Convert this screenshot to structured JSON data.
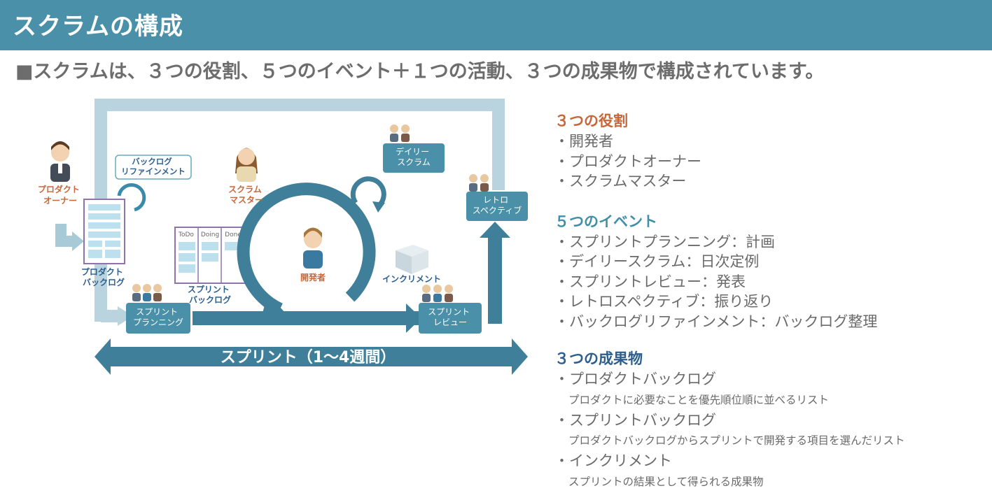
{
  "header": {
    "title": "スクラムの構成"
  },
  "subtitle": "■スクラムは、３つの役割、５つのイベント＋１つの活動、３つの成果物で構成されています。",
  "diagram": {
    "product_owner": "プロダクト\nオーナー",
    "scrum_master": "スクラム\nマスター",
    "developers": "開発者",
    "backlog_refinement": "バックログ\nリファインメント",
    "product_backlog": "プロダクト\nバックログ",
    "sprint_backlog": "スプリント\nバックログ",
    "board_cols": [
      "ToDo",
      "Doing",
      "Done"
    ],
    "sprint_planning": "スプリント\nプランニング",
    "daily_scrum": "デイリー\nスクラム",
    "retrospective": "レトロ\nスペクティブ",
    "increment": "インクリメント",
    "sprint_review": "スプリント\nレビュー",
    "sprint_arrow": "スプリント（1～4週間）"
  },
  "roles": {
    "title": "３つの役割",
    "color": "#c8673a",
    "items": [
      "・開発者",
      "・プロダクトオーナー",
      "・スクラムマスター"
    ]
  },
  "events": {
    "title": "５つのイベント",
    "color": "#3f8fa8",
    "items": [
      "・スプリントプランニング：計画",
      "・デイリースクラム：日次定例",
      "・スプリントレビュー：発表",
      "・レトロスペクティブ：振り返り",
      "・バックログリファインメント：バックログ整理"
    ]
  },
  "artifacts": {
    "title": "３つの成果物",
    "color": "#2c5f8f",
    "items": [
      {
        "name": "・プロダクトバックログ",
        "desc": "プロダクトに必要なことを優先順位順に並べるリスト"
      },
      {
        "name": "・スプリントバックログ",
        "desc": "プロダクトバックログからスプリントで開発する項目を選んだリスト"
      },
      {
        "name": "・インクリメント",
        "desc": "スプリントの結果として得られる成果物"
      }
    ]
  }
}
